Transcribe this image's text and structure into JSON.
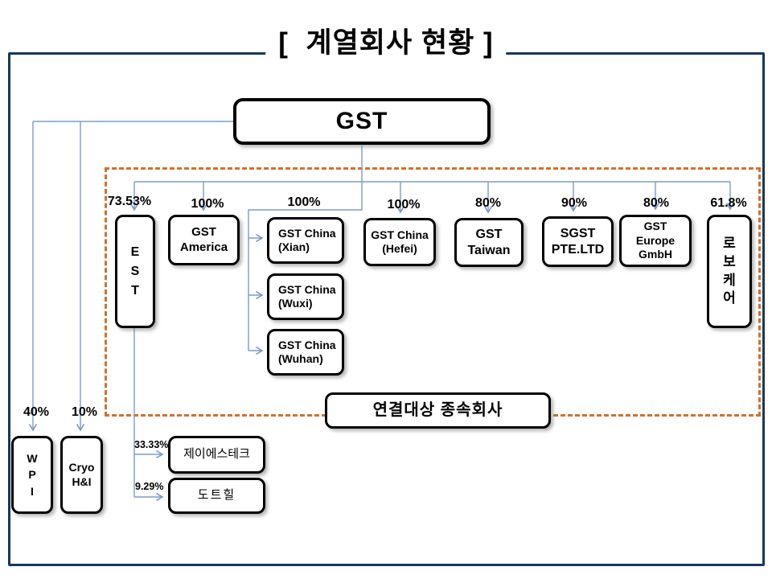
{
  "title": "[  계열회사 현황 ]",
  "colors": {
    "frame_navy": "#17375D",
    "dotted_orange": "#D2712C",
    "connector_blue": "#7E9BC8",
    "box_border": "#000000"
  },
  "root": {
    "label": "GST"
  },
  "group_label": "연결대상 종속회사",
  "subsidiaries": {
    "est": {
      "pct": "73.53%",
      "label": "E\nS\nT"
    },
    "america": {
      "pct": "100%",
      "label": "GST\nAmerica"
    },
    "china_group": {
      "pct": "100%"
    },
    "xian": {
      "label": "GST  China\n(Xian)"
    },
    "wuxi": {
      "label": "GST  China\n(Wuxi)"
    },
    "wuhan": {
      "label": "GST  China\n(Wuhan)"
    },
    "hefei": {
      "pct": "100%",
      "label": "GST  China\n(Hefei)"
    },
    "taiwan": {
      "pct": "80%",
      "label": "GST\nTaiwan"
    },
    "sgst": {
      "pct": "90%",
      "label": "SGST\nPTE.LTD"
    },
    "europe": {
      "pct": "80%",
      "label": "GST\nEurope\nGmbH"
    },
    "robocare": {
      "pct": "61.8%",
      "label": "로\n보\n케\n어"
    }
  },
  "affiliates": {
    "wpi": {
      "pct": "40%",
      "label": "W\nP\nI"
    },
    "cryo": {
      "pct": "10%",
      "label": "Cryo\nH&I"
    },
    "jst": {
      "pct": "33.33%",
      "label": "제이에스테크"
    },
    "dothill": {
      "pct": "9.29%",
      "label": "도트힐"
    }
  }
}
